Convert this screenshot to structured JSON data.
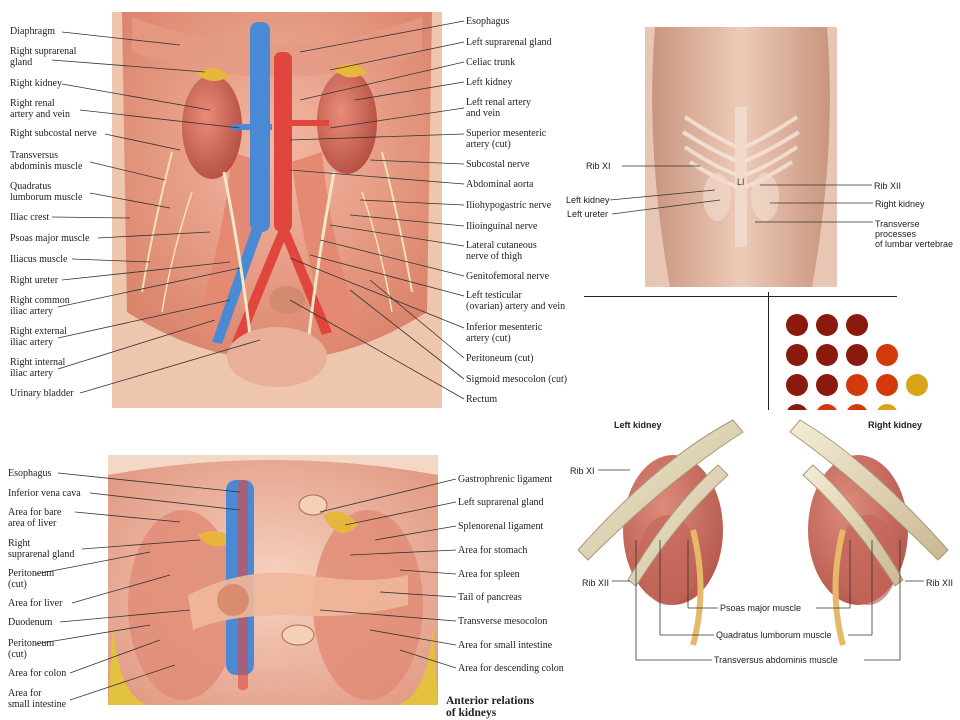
{
  "panel_top_left": {
    "labels_left": [
      "Diaphragm",
      "Right suprarenal\ngland",
      "Right kidney",
      "Right renal\nartery and vein",
      "Right subcostal nerve",
      "Transversus\nabdominis muscle",
      "Quadratus\nlumborum muscle",
      "Iliac crest",
      "Psoas major muscle",
      "Iliacus muscle",
      "Right ureter",
      "Right common\niliac artery",
      "Right external\niliac artery",
      "Right internal\niliac artery",
      "Urinary bladder"
    ],
    "labels_right": [
      "Esophagus",
      "Left suprarenal gland",
      "Celiac trunk",
      "Left kidney",
      "Left renal artery\nand vein",
      "Superior mesenteric\nartery (cut)",
      "Subcostal nerve",
      "Abdominal aorta",
      "Iliohypogastric nerve",
      "Ilioinguinal nerve",
      "Lateral cutaneous\nnerve of thigh",
      "Genitofemoral nerve",
      "Left testicular\n(ovarian) artery and vein",
      "Inferior mesenteric\nartery (cut)",
      "Peritoneum (cut)",
      "Sigmoid mesocolon (cut)",
      "Rectum"
    ]
  },
  "panel_back": {
    "labels_left": [
      "Rib XI",
      "Left kidney",
      "Left ureter"
    ],
    "labels_right": [
      "Rib XII",
      "Right kidney",
      "Transverse processes\nof lumbar vertebrae"
    ],
    "spine_marker": "LI"
  },
  "panel_bottom_left": {
    "title": "Anterior relations\nof kidneys",
    "labels_left": [
      "Esophagus",
      "Inferior vena cava",
      "Area for bare\narea of liver",
      "Right\nsuprarenal gland",
      "Peritoneum\n(cut)",
      "Area for liver",
      "Duodenum",
      "Peritoneum\n(cut)",
      "Area for colon",
      "Area for\nsmall intestine"
    ],
    "labels_right": [
      "Gastrophrenic ligament",
      "Left suprarenal gland",
      "Splenorenal ligament",
      "Area for stomach",
      "Area for spleen",
      "Tail of pancreas",
      "Transverse mesocolon",
      "Area for small intestine",
      "Area for descending colon"
    ]
  },
  "panel_ribs": {
    "heading_left": "Left kidney",
    "heading_right": "Right kidney",
    "rib_labels": [
      "Rib XI",
      "Rib XII",
      "Rib XII"
    ],
    "muscle_labels": [
      "Psoas major muscle",
      "Quadratus lumborum muscle",
      "Transversus abdominis muscle"
    ]
  },
  "colors": {
    "dark_red": "#8b1a0e",
    "orange_red": "#d23a0a",
    "gold": "#d8a418",
    "kidney": "#c9645a",
    "artery": "#e0463e",
    "vein": "#4a8ad4",
    "skin": "#e6b7a0"
  }
}
